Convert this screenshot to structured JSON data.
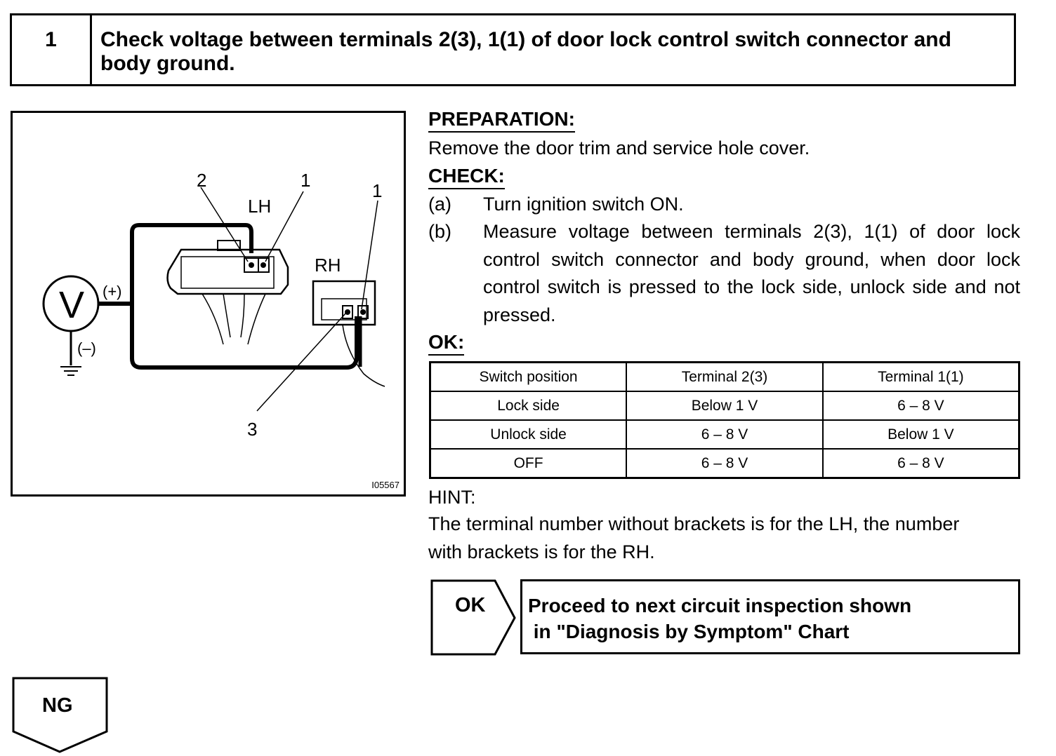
{
  "step": {
    "number": "1",
    "title": "Check voltage between terminals 2(3), 1(1) of door lock control switch connector and body ground."
  },
  "diagram": {
    "labels": {
      "terminal_2": "2",
      "terminal_1_lh": "1",
      "terminal_1_rh": "1",
      "terminal_3": "3",
      "lh": "LH",
      "rh": "RH",
      "voltmeter": "V",
      "plus": "(+)",
      "minus": "(–)"
    },
    "figure_id": "I05567"
  },
  "preparation": {
    "heading": "PREPARATION:",
    "text": "Remove the door trim and service hole cover."
  },
  "check": {
    "heading": "CHECK:",
    "items": [
      {
        "label": "(a)",
        "text": "Turn ignition switch ON."
      },
      {
        "label": "(b)",
        "text": "Measure voltage between terminals 2(3), 1(1) of door lock control switch connector and body ground, when door lock control switch is pressed to the lock side, unlock side and not pressed."
      }
    ]
  },
  "ok_section": {
    "heading": "OK:",
    "table": {
      "headers": [
        "Switch position",
        "Terminal 2(3)",
        "Terminal 1(1)"
      ],
      "rows": [
        [
          "Lock side",
          "Below 1 V",
          "6 – 8 V"
        ],
        [
          "Unlock side",
          "6 – 8 V",
          "Below 1 V"
        ],
        [
          "OFF",
          "6 – 8 V",
          "6 – 8 V"
        ]
      ]
    }
  },
  "hint": {
    "heading": "HINT:",
    "lines": [
      "The terminal number without brackets is for the LH, the number",
      "with brackets is for the RH."
    ]
  },
  "result_ok": {
    "label": "OK",
    "lines": [
      "Proceed to next circuit inspection shown",
      " in \"Diagnosis by Symptom\" Chart"
    ]
  },
  "result_ng": {
    "label": "NG"
  }
}
